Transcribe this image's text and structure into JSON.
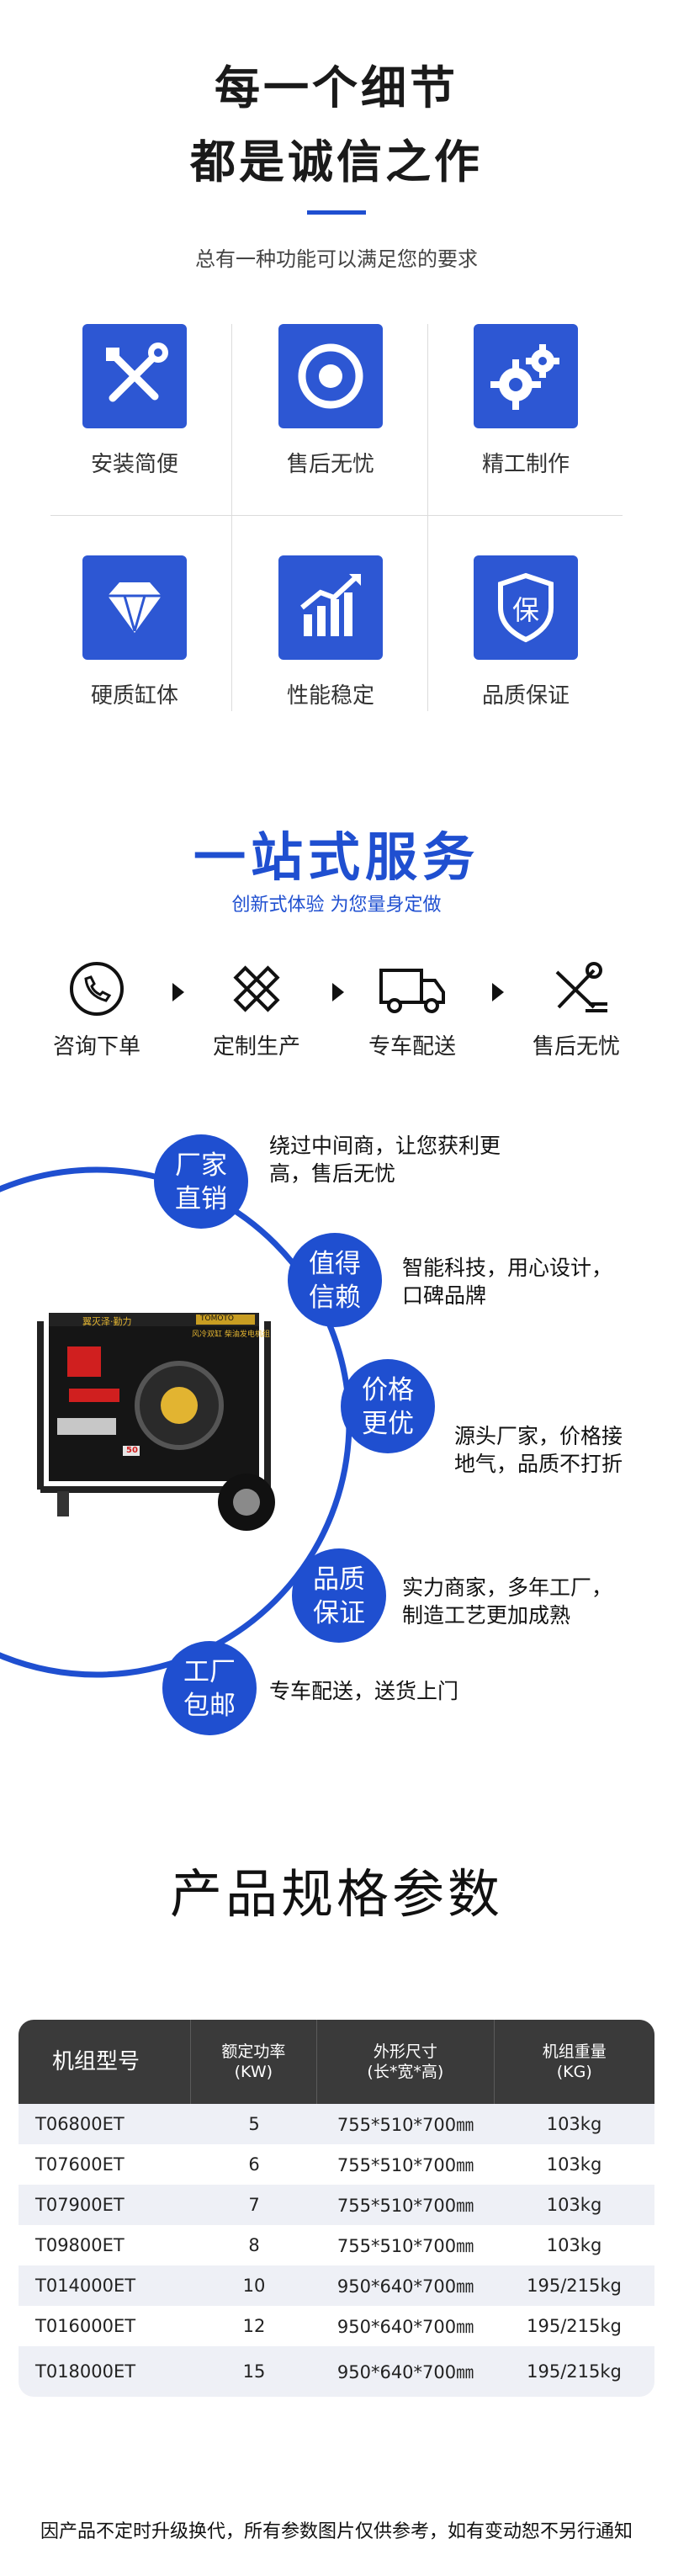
{
  "section1": {
    "title_line1": "每一个细节",
    "title_line2": "都是诚信之作",
    "subtitle": "总有一种功能可以满足您的要求",
    "features": [
      {
        "label": "安装简便",
        "icon": "tools-icon"
      },
      {
        "label": "售后无忧",
        "icon": "target-icon"
      },
      {
        "label": "精工制作",
        "icon": "gears-icon"
      },
      {
        "label": "硬质缸体",
        "icon": "diamond-icon"
      },
      {
        "label": "性能稳定",
        "icon": "chart-icon"
      },
      {
        "label": "品质保证",
        "icon": "shield-icon"
      }
    ]
  },
  "section2": {
    "title": "一站式服务",
    "subtitle": "创新式体验 为您量身定做",
    "steps": [
      {
        "label": "咨询下单",
        "icon": "phone-icon"
      },
      {
        "label": "定制生产",
        "icon": "ruler-pencil-icon"
      },
      {
        "label": "专车配送",
        "icon": "truck-icon"
      },
      {
        "label": "售后无忧",
        "icon": "wrench-icon"
      }
    ],
    "advantages": [
      {
        "badge_l1": "厂家",
        "badge_l2": "直销",
        "text_l1": "绕过中间商，让您获利更",
        "text_l2": "高，售后无忧"
      },
      {
        "badge_l1": "值得",
        "badge_l2": "信赖",
        "text_l1": "智能科技，用心设计，",
        "text_l2": "口碑品牌"
      },
      {
        "badge_l1": "价格",
        "badge_l2": "更优",
        "text_l1": "源头厂家，价格接",
        "text_l2": "地气，品质不打折"
      },
      {
        "badge_l1": "品质",
        "badge_l2": "保证",
        "text_l1": "实力商家，多年工厂，",
        "text_l2": "制造工艺更加成熟"
      },
      {
        "badge_l1": "工厂",
        "badge_l2": "包邮",
        "text_l1": "专车配送，送货上门",
        "text_l2": ""
      }
    ],
    "generator": {
      "brand": "翼灭泽·勤力",
      "brand2": "TOMOTO",
      "panel": "风冷双缸 柴油发电机组",
      "tag": "50"
    }
  },
  "section3": {
    "title": "产品规格参数",
    "headers": {
      "model": "机组型号",
      "power_l1": "额定功率",
      "power_l2": "(KW)",
      "size_l1": "外形尺寸",
      "size_l2": "(长*宽*高)",
      "weight_l1": "机组重量",
      "weight_l2": "(KG)"
    },
    "rows": [
      {
        "model": "T06800ET",
        "power": "5",
        "size": "755*510*700㎜",
        "weight": "103kg"
      },
      {
        "model": "T07600ET",
        "power": "6",
        "size": "755*510*700㎜",
        "weight": "103kg"
      },
      {
        "model": "T07900ET",
        "power": "7",
        "size": "755*510*700㎜",
        "weight": "103kg"
      },
      {
        "model": "T09800ET",
        "power": "8",
        "size": "755*510*700㎜",
        "weight": "103kg"
      },
      {
        "model": "T014000ET",
        "power": "10",
        "size": "950*640*700㎜",
        "weight": "195/215kg"
      },
      {
        "model": "T016000ET",
        "power": "12",
        "size": "950*640*700㎜",
        "weight": "195/215kg"
      },
      {
        "model": "T018000ET",
        "power": "15",
        "size": "950*640*700㎜",
        "weight": "195/215kg"
      }
    ],
    "note": "因产品不定时升级换代，所有参数图片仅供参考，如有变动恕不另行通知"
  },
  "colors": {
    "accent": "#1f4fd0",
    "icon_bg": "#2d57d3",
    "table_header": "#3a3a3a"
  }
}
